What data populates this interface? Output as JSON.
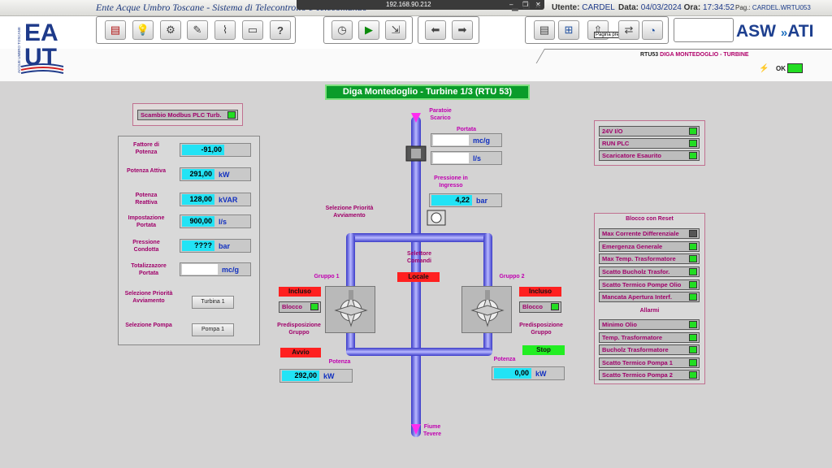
{
  "titlebar": {
    "app_title": "Ente Acque Umbro Toscane - Sistema di Telecontrollo e Telecomando",
    "remote_ip": "192.168.90.212",
    "user_label": "Utente:",
    "user": "CARDEL",
    "date_label": "Data:",
    "date": "04/03/2024",
    "time_label": "Ora:",
    "time": "17:34:52",
    "page_label": "Pag.:",
    "page": "CARDEL.WRTU053"
  },
  "logo": {
    "letters_top": "EA",
    "letters_bottom": "UT",
    "side_text": "ACQUE UMBRO TOSCANE"
  },
  "toolbar": {
    "tooltip": "Pagina precedente"
  },
  "brand": {
    "left": "ASW",
    "right": "ATI"
  },
  "rtu": {
    "code": "RTU53",
    "name": "DIGA MONTEDOGLIO - TURBINE"
  },
  "status": {
    "ok": "OK"
  },
  "main_title": "Diga Montedoglio - Turbine 1/3 (RTU 53)",
  "modbus": {
    "label": "Scambio Modbus PLC Turb."
  },
  "left_panel": {
    "rows": [
      {
        "label": "Fattore di Potenza",
        "value": "-91,00",
        "unit": ""
      },
      {
        "label": "Potenza Attiva",
        "value": "291,00",
        "unit": "kW"
      },
      {
        "label": "Potenza Reattiva",
        "value": "128,00",
        "unit": "kVAR"
      },
      {
        "label": "Impostazione Portata",
        "value": "900,00",
        "unit": "l/s"
      },
      {
        "label": "Pressione Condotta",
        "value": "????",
        "unit": "bar"
      },
      {
        "label": "Totalizzazore Portata",
        "value": "",
        "unit": "mc/g"
      }
    ],
    "priority_label": "Selezione Priorità Avviamento",
    "priority_button": "Turbina 1",
    "pump_label": "Selezione Pompa",
    "pump_button": "Pompa 1"
  },
  "center": {
    "paratoie": "Paratoie Scarico",
    "portata": "Portata",
    "portata_unit1": "mc/g",
    "portata_unit2": "l/s",
    "pressione_label": "Pressione in Ingresso",
    "pressione_value": "4,22",
    "pressione_unit": "bar",
    "selezione_priorita": "Selezione Priorità Avviamento",
    "selettore": "Selettore Comandi",
    "selettore_value": "Locale",
    "fiume": "Fiume Tevere",
    "gruppo1": {
      "title": "Gruppo 1",
      "incluso": "Incluso",
      "blocco": "Blocco",
      "predisposizione": "Predisposizione Gruppo",
      "state": "Avvio",
      "potenza_label": "Potenza",
      "potenza_value": "292,00",
      "potenza_unit": "kW"
    },
    "gruppo2": {
      "title": "Gruppo 2",
      "incluso": "Incluso",
      "blocco": "Blocco",
      "predisposizione": "Predisposizione Gruppo",
      "state": "Stop",
      "potenza_label": "Potenza",
      "potenza_value": "0,00",
      "potenza_unit": "kW"
    }
  },
  "right_status": [
    {
      "label": "24V I/O",
      "on": true
    },
    {
      "label": "RUN PLC",
      "on": true
    },
    {
      "label": "Scaricatore Esaurito",
      "on": true
    }
  ],
  "blocco_reset": {
    "title": "Blocco con Reset",
    "items": [
      {
        "label": "Max Corrente Differenziale",
        "on": false
      },
      {
        "label": "Emergenza Generale",
        "on": true
      },
      {
        "label": "Max Temp. Trasformatore",
        "on": true
      },
      {
        "label": "Scatto Bucholz Trasfor.",
        "on": true
      },
      {
        "label": "Scatto Termico Pompe Olio",
        "on": true
      },
      {
        "label": "Mancata Apertura Interf.",
        "on": true
      }
    ],
    "alarms_title": "Allarmi",
    "alarms": [
      {
        "label": "Minimo Olio",
        "on": true
      },
      {
        "label": "Temp. Trasformatore",
        "on": true
      },
      {
        "label": "Bucholz Trasformatore",
        "on": true
      },
      {
        "label": "Scatto Termico Pompa 1",
        "on": true
      },
      {
        "label": "Scatto Termico Pompa 2",
        "on": true
      }
    ]
  },
  "colors": {
    "ok_green": "#22dd22",
    "alarm_red": "#ff2020",
    "value_cyan": "#22e3f5",
    "label_magenta": "#a0006a",
    "pipe_blue": "#5a5ae0"
  }
}
